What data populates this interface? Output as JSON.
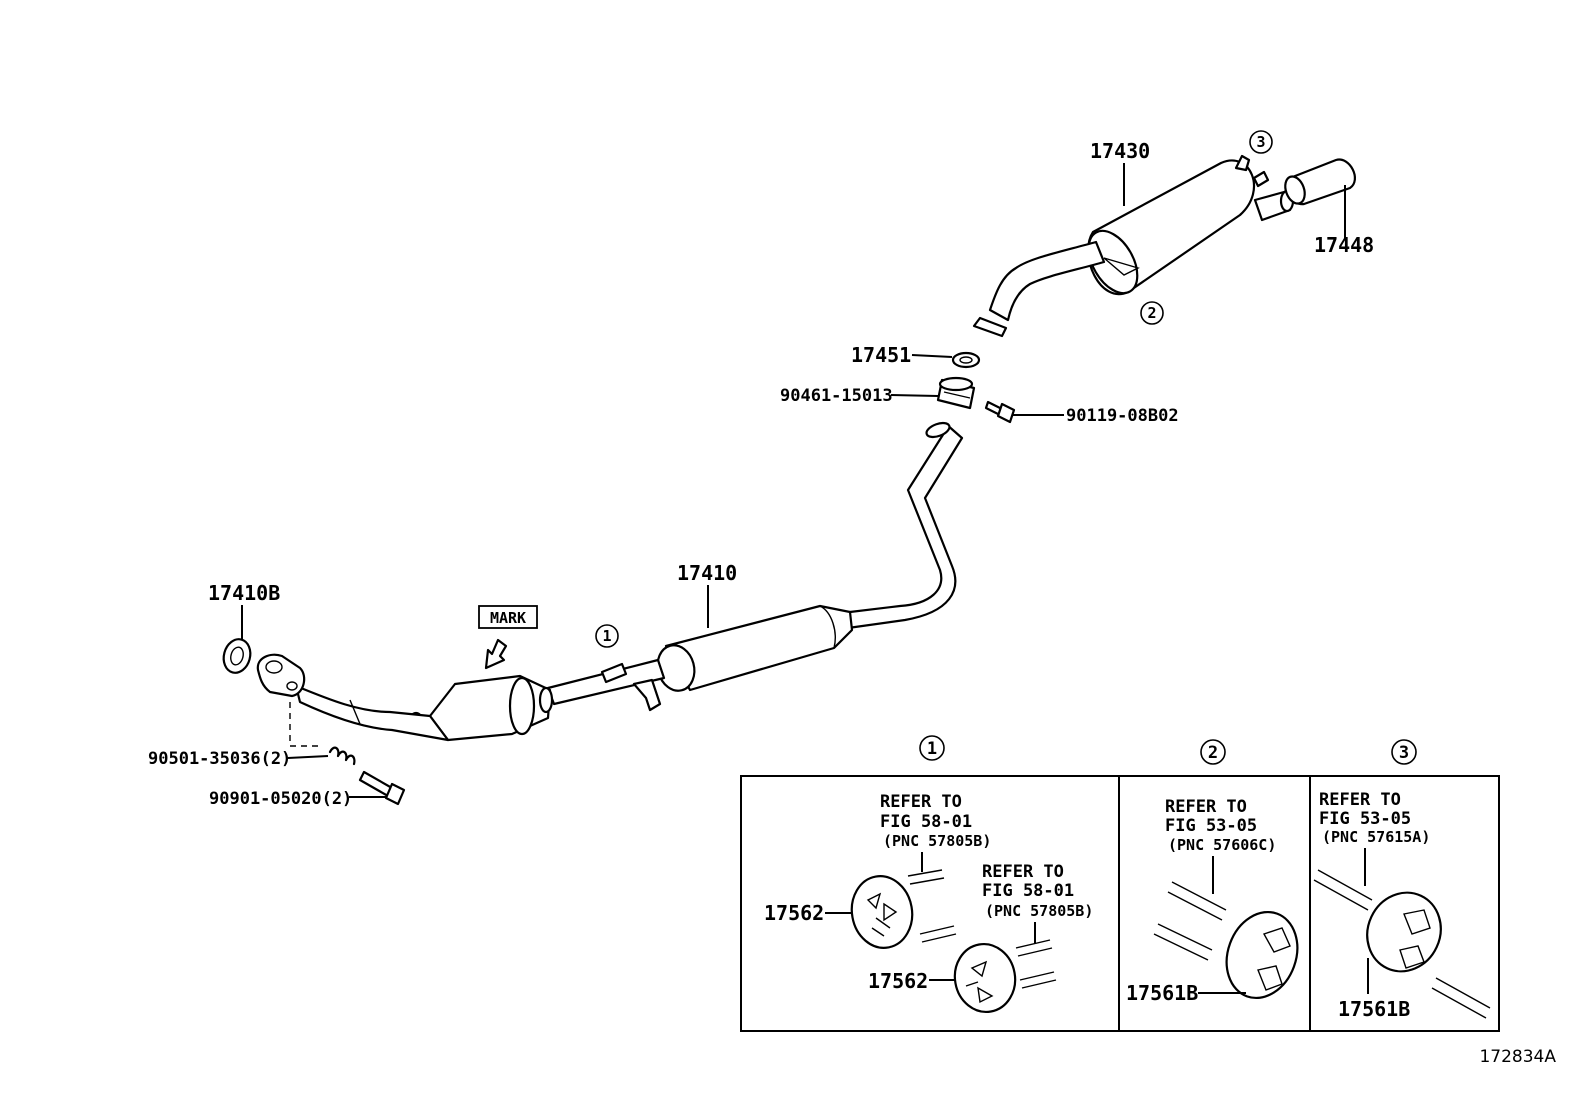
{
  "diagram": {
    "figure_id": "172834A",
    "mark_label": "MARK",
    "callout_markers": {
      "c1": "1",
      "c2": "2",
      "c3": "3"
    },
    "parts": {
      "muffler": "17430",
      "tail_pipe": "17448",
      "gasket_ring": "17451",
      "spring_retainer": "90461-15013",
      "bolt": "90119-08B02",
      "center_pipe": "17410",
      "front_gasket": "17410B",
      "spring_bolt": "90501-35036(2)",
      "flange_bolt": "90901-05020(2)"
    },
    "detail_panels": [
      {
        "marker": "1",
        "notes": [
          {
            "line1": "REFER TO",
            "line2": "FIG 58-01",
            "line3": "(PNC 57805B)"
          },
          {
            "line1": "REFER TO",
            "line2": "FIG 58-01",
            "line3": "(PNC 57805B)"
          }
        ],
        "part_a": "17562",
        "part_b": "17562"
      },
      {
        "marker": "2",
        "notes": [
          {
            "line1": "REFER TO",
            "line2": "FIG 53-05",
            "line3": "(PNC 57606C)"
          }
        ],
        "part_a": "17561B"
      },
      {
        "marker": "3",
        "notes": [
          {
            "line1": "REFER TO",
            "line2": "FIG 53-05",
            "line3": "(PNC 57615A)"
          }
        ],
        "part_a": "17561B"
      }
    ]
  }
}
